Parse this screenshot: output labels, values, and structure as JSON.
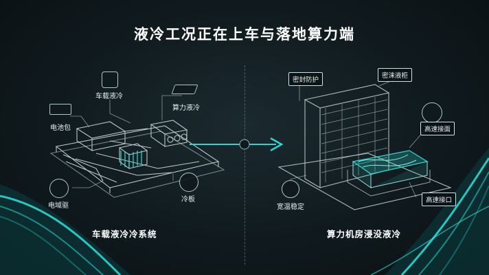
{
  "title": "液冷工况正在上车与落地算力端",
  "left": {
    "caption": "车载液冷冷系统",
    "labels": {
      "vehicle_liquid_cooling": "车载液冷",
      "compute_liquid_cooling": "算力液冷",
      "battery_pack": "电池包",
      "electric_drive": "电域驱",
      "cold_plate": "冷板"
    }
  },
  "right": {
    "caption": "算力机房浸没液冷",
    "labels": {
      "seal_protection": "密封防护",
      "sealed_cabinet": "密涞液柜",
      "high_speed_interface": "高速接面",
      "high_speed_port": "高速接口",
      "wide_stable": "宽温稳定"
    }
  },
  "colors": {
    "accent": "#2fd6d0",
    "line": "#d7e6e8"
  }
}
